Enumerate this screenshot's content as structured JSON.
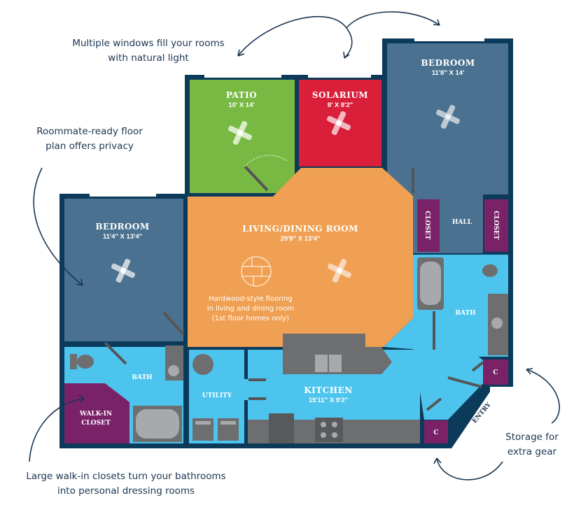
{
  "rooms": {
    "bedroom_right": {
      "label": "BEDROOM",
      "dims": "11'8\" X 14'"
    },
    "bedroom_left": {
      "label": "BEDROOM",
      "dims": "11'4\" X 13'4\""
    },
    "patio": {
      "label": "PATIO",
      "dims": "10' X 14'"
    },
    "solarium": {
      "label": "SOLARIUM",
      "dims": "8' X 8'2\""
    },
    "living": {
      "label": "LIVING/DINING ROOM",
      "dims": "20'8\" X 13'4\""
    },
    "kitchen": {
      "label": "KITCHEN",
      "dims": "15'11\" X 9'2\""
    },
    "utility": {
      "label": "UTILITY"
    },
    "bath_left": {
      "label": "BATH"
    },
    "bath_right": {
      "label": "BATH"
    },
    "hall": {
      "label": "HALL"
    },
    "closet_left": {
      "label": "CLOSET"
    },
    "closet_right": {
      "label": "CLOSET"
    },
    "walkin": {
      "label1": "WALK-IN",
      "label2": "CLOSET"
    },
    "storage_c1": {
      "label": "C"
    },
    "storage_c2": {
      "label": "C"
    },
    "entry": {
      "label": "ENTRY"
    }
  },
  "flooring_note": [
    "Hardwood-style flooring",
    "in living and dining room",
    "(1st floor homes only)"
  ],
  "annotations": {
    "windows": [
      "Multiple windows fill your rooms",
      "with natural light"
    ],
    "roommate": [
      "Roommate-ready floor",
      "plan offers privacy"
    ],
    "walkin": [
      "Large walk-in closets turn your bathrooms",
      "into personal dressing rooms"
    ],
    "storage": [
      "Storage for",
      "extra gear"
    ]
  },
  "colors": {
    "wall": "#0c3a5a",
    "bedroom": "#4a7290",
    "patio": "#78b943",
    "solarium": "#d91f3a",
    "living": "#f0a052",
    "wet": "#4cc4ee",
    "closet": "#7a2268",
    "fixture": "#6d6e70"
  }
}
